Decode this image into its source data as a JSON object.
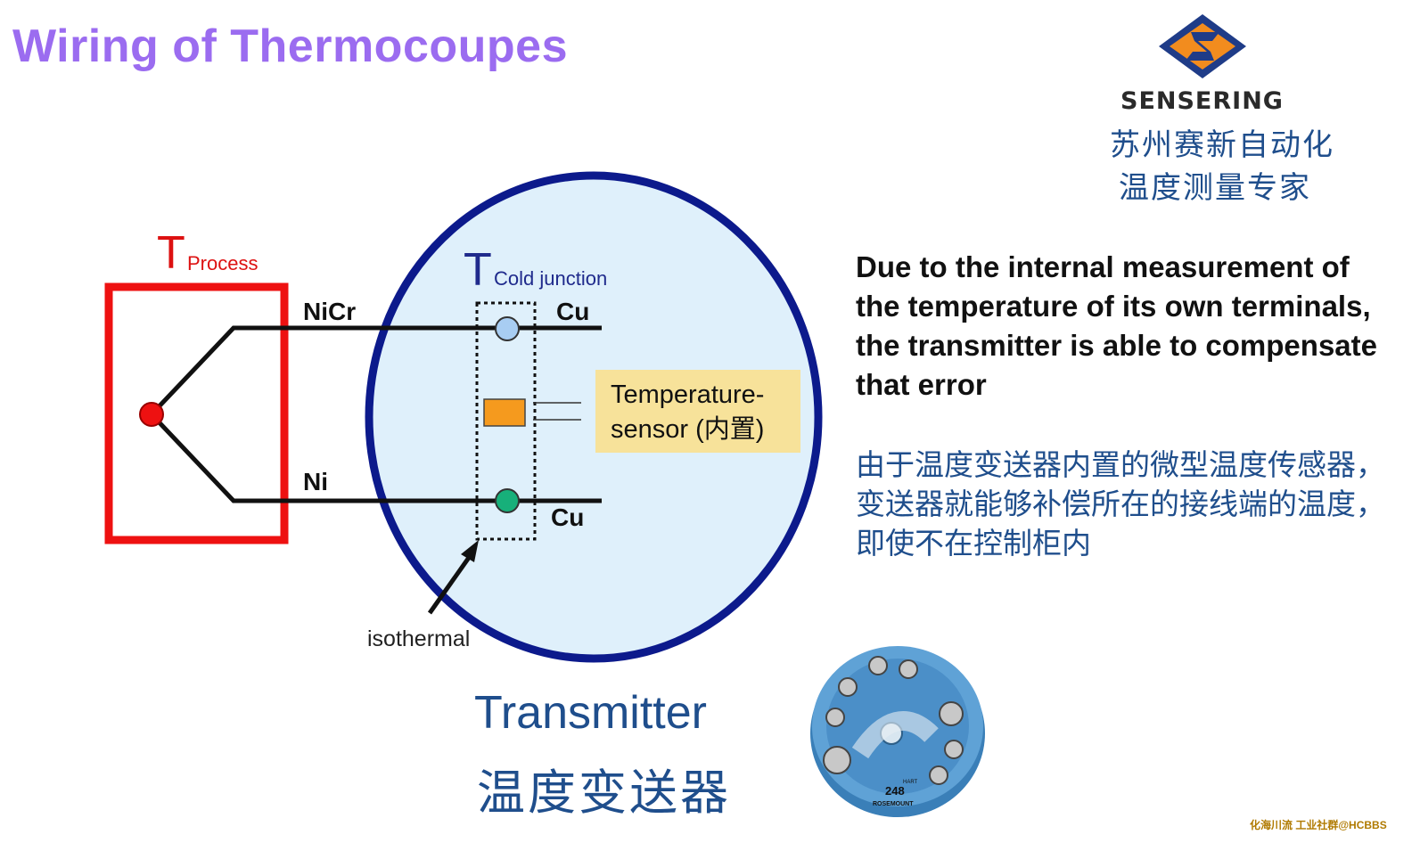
{
  "title": "Wiring of Thermocoupes",
  "logo": {
    "brand": "SENSERING",
    "cn_line1": "苏州赛新自动化",
    "cn_line2": "温度测量专家"
  },
  "labels": {
    "t_process_big": "T",
    "t_process_sub": "Process",
    "t_cold_big": "T",
    "t_cold_sub": "Cold junction",
    "wire_top": "NiCr",
    "wire_bottom": "Ni",
    "cu_top": "Cu",
    "cu_bottom": "Cu",
    "sensor_line1": "Temperature-",
    "sensor_line2": "sensor (内置)",
    "isothermal": "isothermal",
    "transmitter_en": "Transmitter",
    "transmitter_cn": "温度变送器"
  },
  "notes": {
    "english": "Due to the internal measurement of the temperature of its own terminals, the transmitter is able to compensate that error",
    "chinese": "由于温度变送器内置的微型温度传感器，变送器就能够补偿所在的接线端的温度，即使不在控制柜内"
  },
  "device": {
    "model": "248",
    "tag": "HART",
    "brand": "ROSEMOUNT"
  },
  "watermark": "化海川流 工业社群@HCBBS",
  "colors": {
    "title": "#9b6cf0",
    "process_box": "#ee1111",
    "circle_fill": "#dff0fb",
    "circle_stroke": "#0c1a8c",
    "junction_top": "#a8cdf2",
    "junction_bottom": "#17b07a",
    "sensor_block": "#f59a1e",
    "text_blue": "#1f4e8c"
  }
}
